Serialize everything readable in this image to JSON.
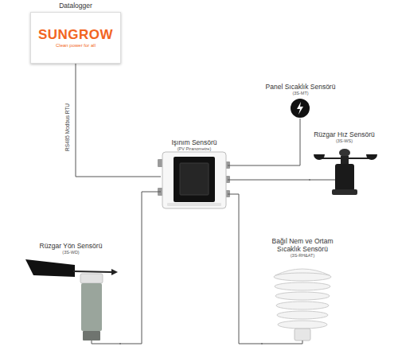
{
  "diagram": {
    "nodes": [
      {
        "text": [
          "Datalogger",
          "SUNGROW",
          "Clean power for all"
        ]
      },
      {
        "text": [
          "Işınım Sensörü",
          "(PV Piranometre)"
        ]
      },
      {
        "text": [
          "Panel Sıcaklık Sensörü",
          "(3S-MT)"
        ]
      },
      {
        "text": [
          "Rüzgar Hız Sensörü",
          "(3S-WS)"
        ]
      },
      {
        "text": [
          "Rüzgar Yön Sensörü",
          "(3S-WD)"
        ]
      },
      {
        "text": [
          "Bağıl Nem ve Ortam Sıcaklık Sensörü",
          "(3S-RH&AT)"
        ]
      }
    ],
    "edges": [
      {
        "from": 0,
        "to": 1,
        "arrow": "none",
        "label": "RS485 Modbus RTU"
      },
      {
        "from": 1,
        "to": 2,
        "arrow": "none"
      },
      {
        "from": 1,
        "to": 3,
        "arrow": "none"
      },
      {
        "from": 1,
        "to": 4,
        "arrow": "none"
      },
      {
        "from": 1,
        "to": 5,
        "arrow": "none"
      }
    ]
  }
}
